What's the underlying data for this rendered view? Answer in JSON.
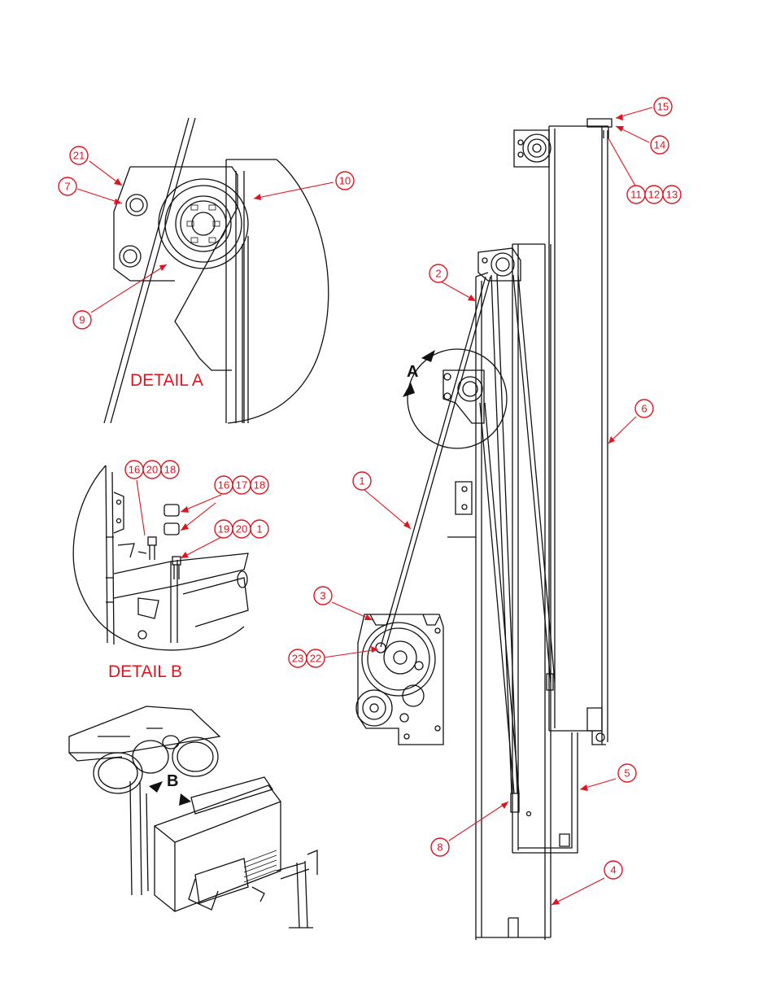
{
  "details": {
    "a": {
      "title": "DETAIL A",
      "view_letter": "A"
    },
    "b": {
      "title": "DETAIL B",
      "view_letter": "B"
    }
  },
  "callouts": [
    "21",
    "7",
    "10",
    "9",
    "16",
    "20",
    "18",
    "16",
    "17",
    "18",
    "19",
    "20",
    "1",
    "15",
    "14",
    "11",
    "12",
    "13",
    "2",
    "6",
    "1",
    "3",
    "23",
    "22",
    "5",
    "8",
    "4"
  ],
  "colors": {
    "callout": "#e0141e",
    "line_art": "#111111"
  }
}
